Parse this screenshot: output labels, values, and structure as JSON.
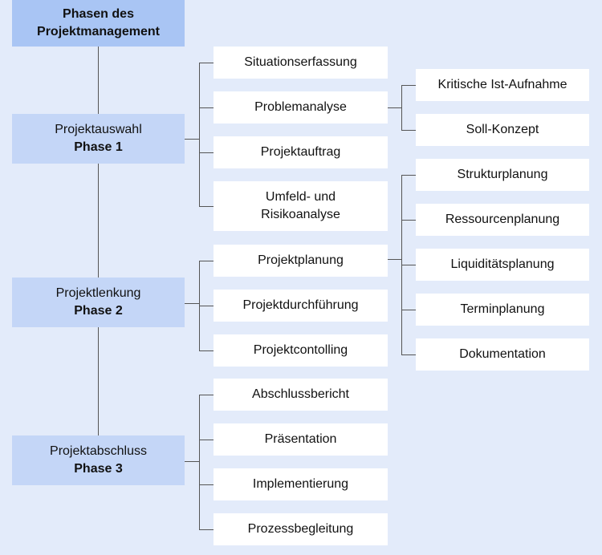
{
  "root": {
    "title": "Phasen des Projektmanagement"
  },
  "phases": [
    {
      "name": "Projektauswahl",
      "number": "Phase 1",
      "steps": [
        {
          "label": "Situationserfassung"
        },
        {
          "label": "Problemanalyse",
          "substeps": [
            "Kritische Ist-Aufnahme",
            "Soll-Konzept"
          ]
        },
        {
          "label": "Projektauftrag"
        },
        {
          "label": "Umfeld- und Risikoanalyse"
        }
      ]
    },
    {
      "name": "Projektlenkung",
      "number": "Phase 2",
      "steps": [
        {
          "label": "Projektplanung",
          "substeps": [
            "Strukturplanung",
            "Ressourcenplanung",
            "Liquiditätsplanung",
            "Terminplanung",
            "Dokumentation"
          ]
        },
        {
          "label": "Projektdurchführung"
        },
        {
          "label": "Projektcontolling"
        }
      ]
    },
    {
      "name": "Projektabschluss",
      "number": "Phase 3",
      "steps": [
        {
          "label": "Abschlussbericht"
        },
        {
          "label": "Präsentation"
        },
        {
          "label": "Implementierung"
        },
        {
          "label": "Prozessbegleitung"
        }
      ]
    }
  ],
  "colors": {
    "background": "#e3ebfa",
    "root": "#a9c5f4",
    "phase": "#c4d6f7",
    "box": "#ffffff",
    "line": "#555555"
  }
}
